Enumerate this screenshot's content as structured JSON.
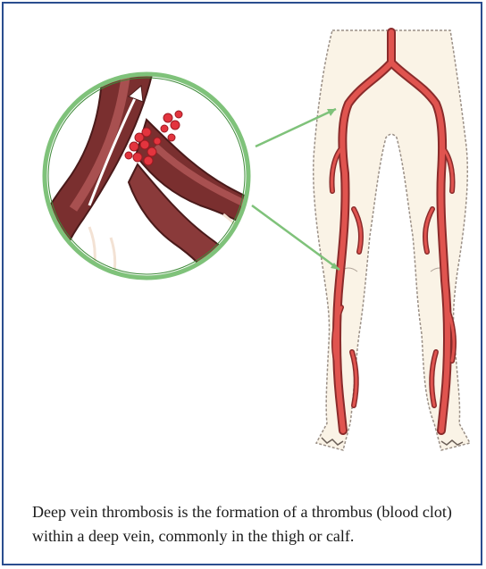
{
  "figure": {
    "subject": "deep-vein-thrombosis-illustration",
    "colors": {
      "frame_border": "#2a4d8f",
      "vein_fill": "#e0544f",
      "vein_outline": "#8a2b2b",
      "skin_fill": "#faf3e6",
      "callout_ring": "#7fc27a",
      "magnified_vein": "#7a2f2f",
      "clot": "#e3343e"
    },
    "icons": [
      "magnifier-callout",
      "blood-flow-arrow",
      "blood-clot",
      "legs-vein-map"
    ]
  },
  "caption": {
    "text": "Deep vein thrombosis is the formation of a thrombus (blood clot) within a deep vein, commonly in the thigh or calf."
  }
}
